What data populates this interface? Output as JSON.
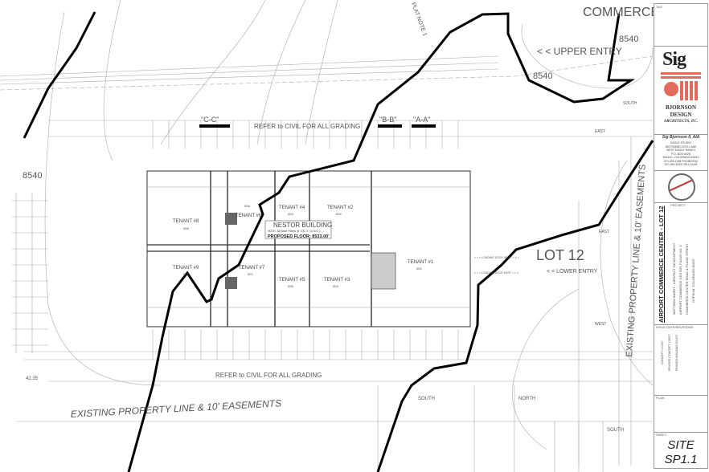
{
  "drawing": {
    "labels": {
      "section_cc": "\"C-C\"",
      "section_bb": "\"B-B\"",
      "section_aa": "\"A-A\"",
      "grading_top": "REFER to CIVIL FOR ALL GRADING",
      "grading_bottom": "REFER to CIVIL FOR ALL GRADING",
      "upper_entry": "< < UPPER ENTRY",
      "lower_entry": "< < LOWER ENTRY",
      "lot": "LOT 12",
      "contour_top": "8540",
      "contour_mid": "8540",
      "contour_left": "8540",
      "commerce": "COMMERCE",
      "property_line_bottom": "EXISTING PROPERTY LINE & 10' EASEMENTS",
      "property_line_right": "EXISTING PROPERTY LINE & 10' EASEMENTS",
      "plat_note": "PLAT NOTE 1",
      "south_top": "SOUTH",
      "south_bottom": "SOUTH",
      "north": "NORTH",
      "east_top": "EAST",
      "east_mid": "EAST",
      "west": "WEST",
      "south_right": "SOUTH",
      "loading_west": "< < < LOADING DOCK WEST < < <",
      "loading_east": "< < < LOADING DOCK EAST < < <",
      "elev_left": "42.25"
    },
    "building": {
      "name": "NESTOR BUILDING",
      "note": "NOTE: All Base Plates @ 100'-0\" (U.N.O.)",
      "floor": "PROPOSED FLOOR: 8533.00'",
      "tenants": [
        {
          "label": "TENANT #8",
          "unit": "008"
        },
        {
          "label": "TENANT #6",
          "unit": "006"
        },
        {
          "label": "TENANT #4",
          "unit": "004"
        },
        {
          "label": "TENANT #2",
          "unit": "002"
        },
        {
          "label": "TENANT #9",
          "unit": "009"
        },
        {
          "label": "TENANT #7",
          "unit": "007"
        },
        {
          "label": "TENANT #5",
          "unit": "005"
        },
        {
          "label": "TENANT #3",
          "unit": "003"
        },
        {
          "label": "TENANT #1",
          "unit": "001"
        }
      ]
    }
  },
  "title_block": {
    "tag_label": "TAG",
    "logo_text": "Sig",
    "firm_line1": "BJORNSON",
    "firm_line2": "DESIGN",
    "firm_line3": "ARCHITECTS, P.C.",
    "architect": "Sig Bjornson II, AIA",
    "address": [
      "EAGLE STUDIO",
      "250 ROBINS EGG LANE",
      "WEST EAGLE RANCH",
      "P.O. BOX 5028",
      "EAGLE, COLORADO 81631",
      "970-328-1158 PHONE/FAX",
      "970-390-5329 CELLULAR"
    ],
    "project_label": "PROJECT",
    "project_title": "AIRPORT COMMERCE CENTER - LOT 12",
    "project_lines": [
      "MATTHEW BARRY - AIRSPECT DEVELOPMENT",
      "AIRPORT COMMERCE CENTER, FILING NO. 2",
      "COMMERCE CENTER ROAD & PLANE STREET",
      "GYPSUM, COLORADO 81637"
    ],
    "revisions_label": "ISSUE DATE/REVISIONS",
    "revisions": [
      "CONCEPT 1/13/07",
      "REVISED CONCEPT 1/26/07",
      "REVISED BUILDING 5/16/07"
    ],
    "plan_label": "PLAN",
    "sheet_label": "SHEET",
    "sheet_name": "SITE",
    "sheet_number": "SP1.1"
  },
  "colors": {
    "boundary": "#000000",
    "linework": "#888888",
    "logo_red": "#e36b5d"
  }
}
